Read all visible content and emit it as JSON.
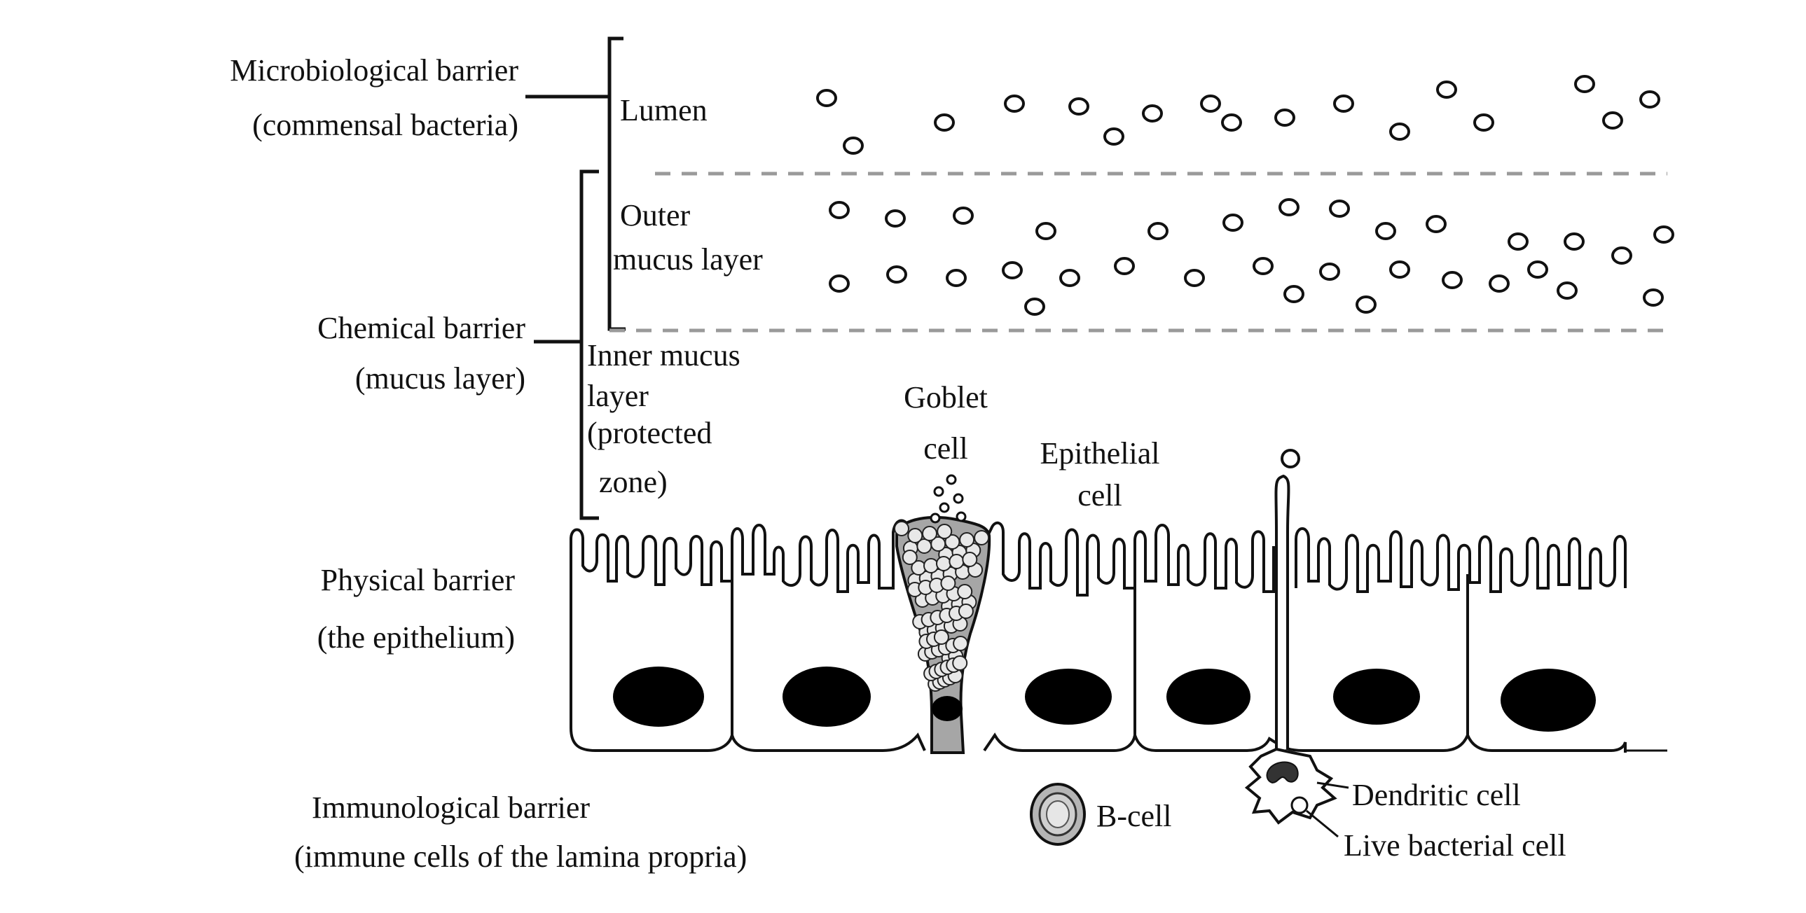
{
  "labels": {
    "microbiological_line1": "Microbiological barrier",
    "microbiological_line2": "(commensal bacteria)",
    "lumen": "Lumen",
    "outer_mucus_line1": "Outer",
    "outer_mucus_line2": "mucus layer",
    "chemical_line1": "Chemical barrier",
    "chemical_line2": "(mucus layer)",
    "inner_mucus_line1": "Inner mucus",
    "inner_mucus_line2": "layer",
    "inner_mucus_line3": "(protected",
    "inner_mucus_line4": "zone)",
    "goblet_line1": "Goblet",
    "goblet_line2": "cell",
    "epithelial_line1": "Epithelial",
    "epithelial_line2": "cell",
    "physical_line1": "Physical barrier",
    "physical_line2": "(the epithelium)",
    "immunological_line1": "Immunological barrier",
    "immunological_line2": "(immune cells of the lamina propria)",
    "b_cell": "B-cell",
    "dendritic_cell": "Dendritic cell",
    "live_bacterial_cell": "Live bacterial cell"
  },
  "colors": {
    "ink": "#111111",
    "dash": "#9a9a9a",
    "goblet_fill": "#a6a6a6",
    "nucleus": "#000000",
    "bcell_fill": "#b5b5b5"
  }
}
